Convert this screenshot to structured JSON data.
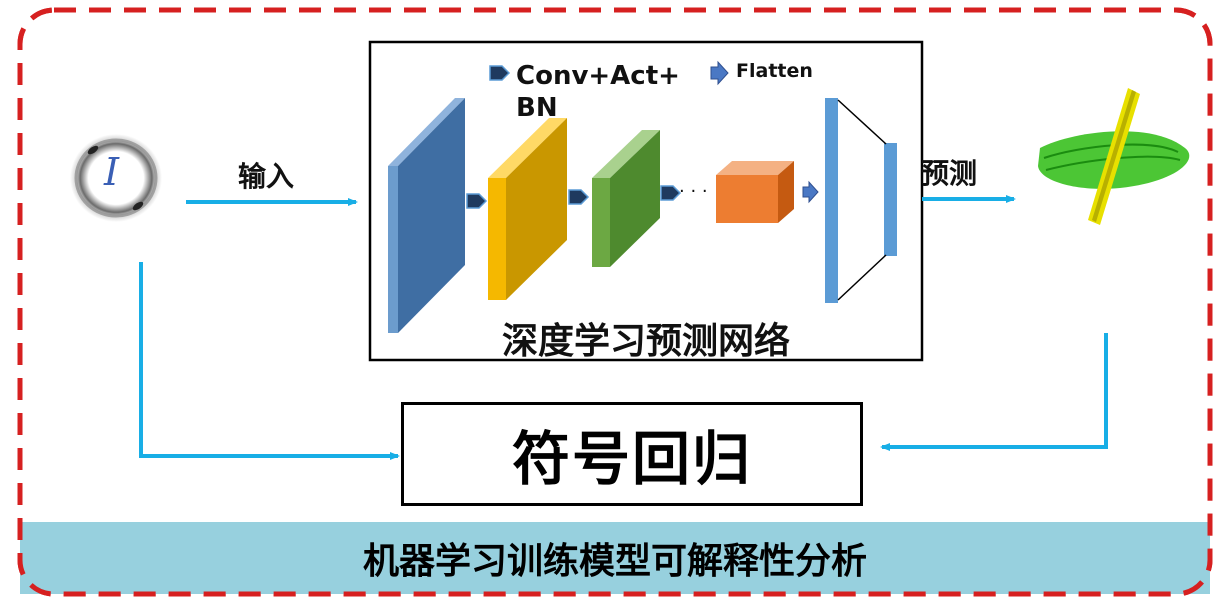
{
  "legend": {
    "conv_label": "Conv+Act+BN",
    "flatten_label": "Flatten"
  },
  "labels": {
    "input": "输入",
    "predict": "预测",
    "network": "深度学习预测网络",
    "symbolic_regression": "符号回归",
    "banner": "机器学习训练模型可解释性分析",
    "input_symbol": "I",
    "ellipsis": "· · ·"
  },
  "colors": {
    "dashed_border": "#d62020",
    "arrow": "#18aee6",
    "layer_blue": "#5b8fc4",
    "layer_yellow": "#f5b800",
    "layer_green": "#6ca843",
    "layer_orange": "#ed7d31",
    "flatten_bar": "#5b9bd5",
    "banner_bg": "#97d0de",
    "prediction_green": "#38c01f",
    "prediction_yellow": "#e8e000"
  },
  "icons": {
    "input_image": "diffraction-ring-image",
    "prediction_image": "3d-shape-prediction-image",
    "conv_marker": "conv-arrow-marker-icon",
    "flatten_marker": "flatten-arrow-marker-icon"
  }
}
